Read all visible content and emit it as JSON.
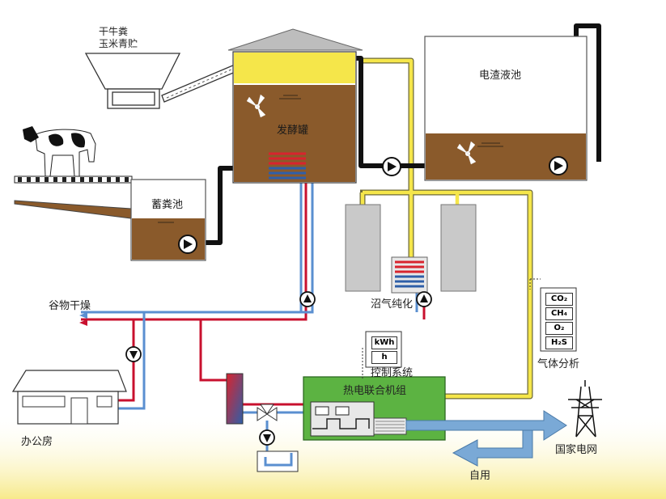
{
  "labels": {
    "feedstock_line1": "干牛粪",
    "feedstock_line2": "玉米青贮",
    "fermenter": "发酵罐",
    "digestate_tank": "电渣液池",
    "manure_tank": "蓄粪池",
    "grain_drying": "谷物干燥",
    "biogas_purification": "沼气纯化",
    "gas_analysis": "气体分析",
    "control_system": "控制系统",
    "chp_unit": "热电联合机组",
    "office": "办公房",
    "national_grid": "国家电网",
    "self_use": "自用"
  },
  "meter": {
    "unit1": "kWh",
    "unit2": "h"
  },
  "gas_species": [
    "CO₂",
    "CH₄",
    "O₂",
    "H₂S"
  ],
  "colors": {
    "biomass": "#8a5a2b",
    "gas_pipe": "#f5e64a",
    "hot_pipe": "#c8102e",
    "cold_pipe": "#5a8fd0",
    "chp_green": "#5cb342",
    "power_arrow": "#7aa9d6"
  }
}
